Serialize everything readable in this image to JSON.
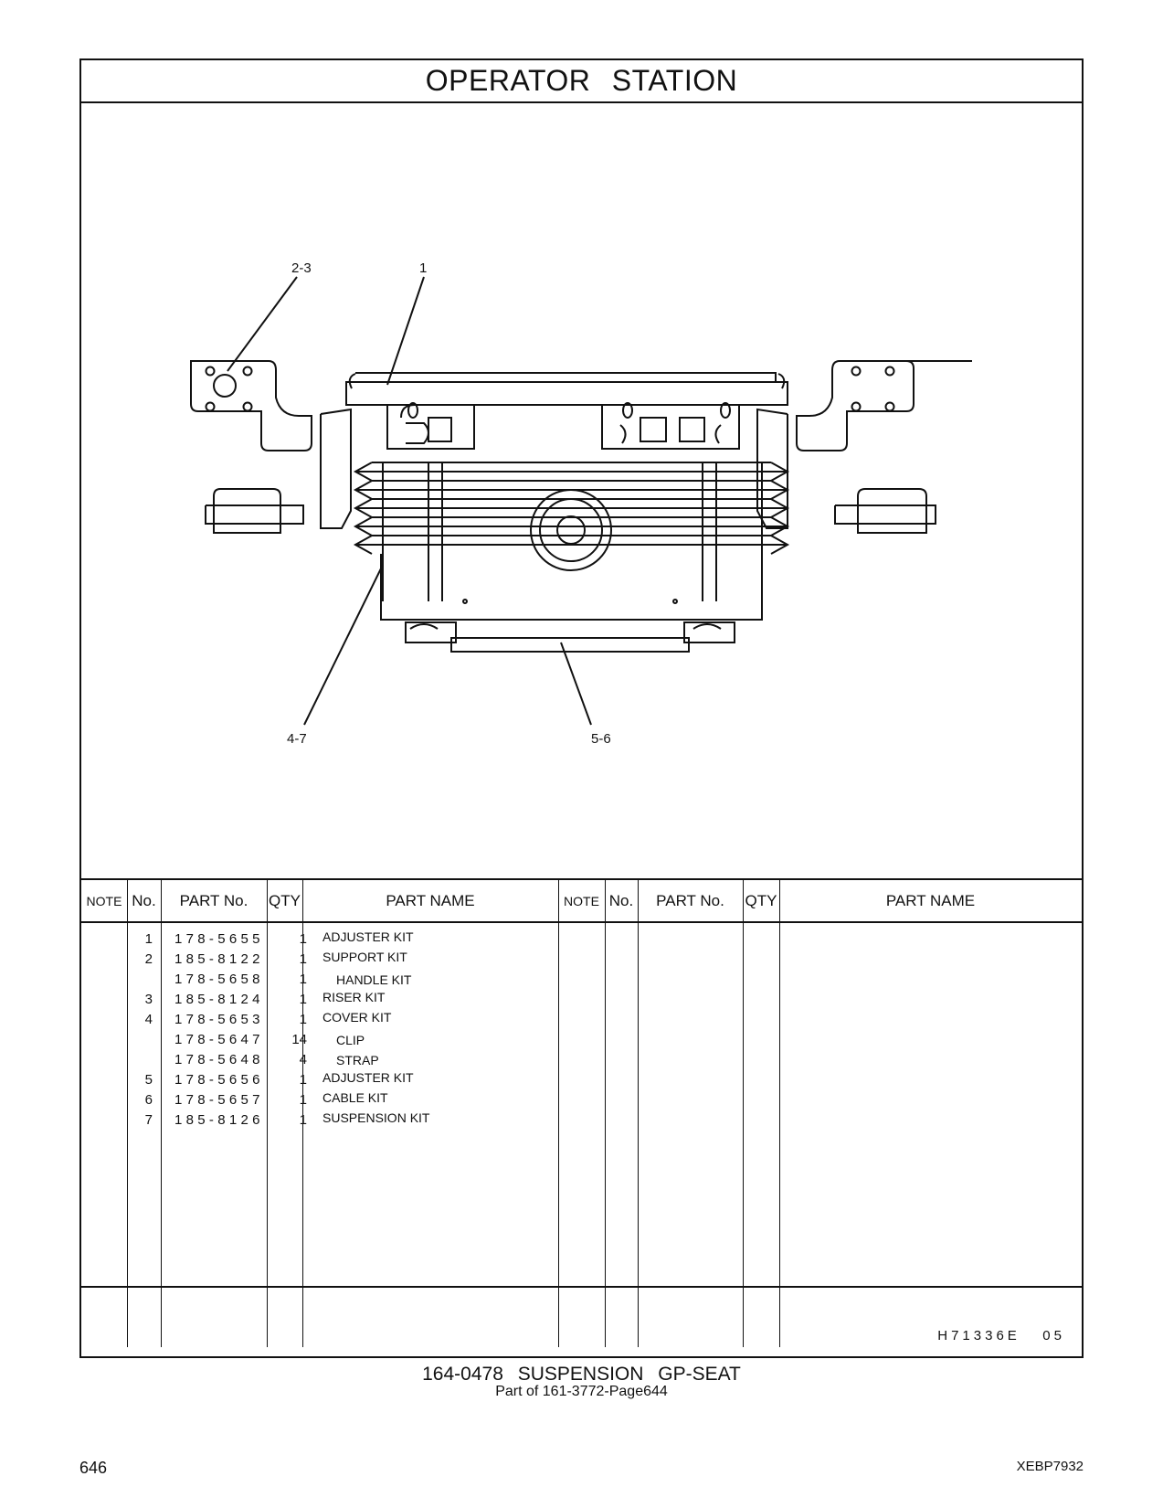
{
  "header": {
    "title": "OPERATOR   STATION"
  },
  "callouts": [
    "2-3",
    "1",
    "4-7",
    "5-6"
  ],
  "table": {
    "headers": [
      "NOTE",
      "No.",
      "PART No.",
      "QTY",
      "PART NAME"
    ],
    "rows": [
      {
        "no": "1",
        "part": "178-5655",
        "qty": "1",
        "name": "ADJUSTER  KIT",
        "indent": false
      },
      {
        "no": "2",
        "part": "185-8122",
        "qty": "1",
        "name": "SUPPORT  KIT",
        "indent": false
      },
      {
        "no": "",
        "part": "178-5658",
        "qty": "1",
        "name": "HANDLE  KIT",
        "indent": true
      },
      {
        "no": "3",
        "part": "185-8124",
        "qty": "1",
        "name": "RISER  KIT",
        "indent": false
      },
      {
        "no": "4",
        "part": "178-5653",
        "qty": "1",
        "name": "COVER  KIT",
        "indent": false
      },
      {
        "no": "",
        "part": "178-5647",
        "qty": "14",
        "name": "CLIP",
        "indent": true
      },
      {
        "no": "",
        "part": "178-5648",
        "qty": "4",
        "name": "STRAP",
        "indent": true
      },
      {
        "no": "5",
        "part": "178-5656",
        "qty": "1",
        "name": "ADJUSTER  KIT",
        "indent": false
      },
      {
        "no": "6",
        "part": "178-5657",
        "qty": "1",
        "name": "CABLE  KIT",
        "indent": false
      },
      {
        "no": "7",
        "part": "185-8126",
        "qty": "1",
        "name": "SUSPENSION  KIT",
        "indent": false
      }
    ]
  },
  "footer": {
    "code": "H71336E   05",
    "caption": "164-0478  SUSPENSION  GP-SEAT",
    "subcaption": "Part of 161-3772-Page644",
    "page_number": "646",
    "doc_id": "XEBP7932"
  }
}
